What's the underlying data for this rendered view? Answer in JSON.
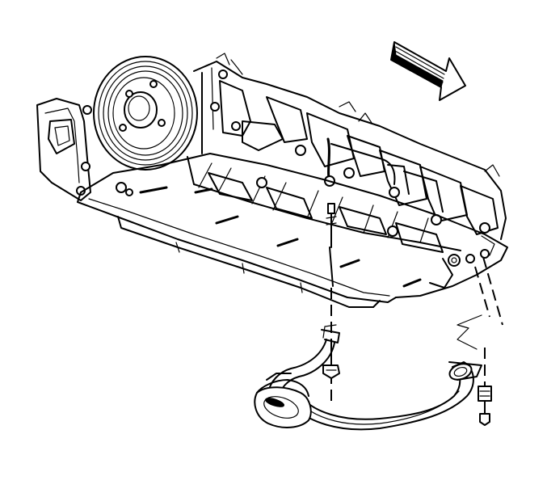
{
  "figure": {
    "components": [
      "direction-arrow",
      "engine-block",
      "crankshaft-pulley",
      "oil-pan",
      "oil-pickup-tube",
      "pickup-screen",
      "pickup-mount-bolt",
      "pickup-brace-nut"
    ],
    "colors": {
      "line": "#000000",
      "background": "#ffffff"
    }
  }
}
